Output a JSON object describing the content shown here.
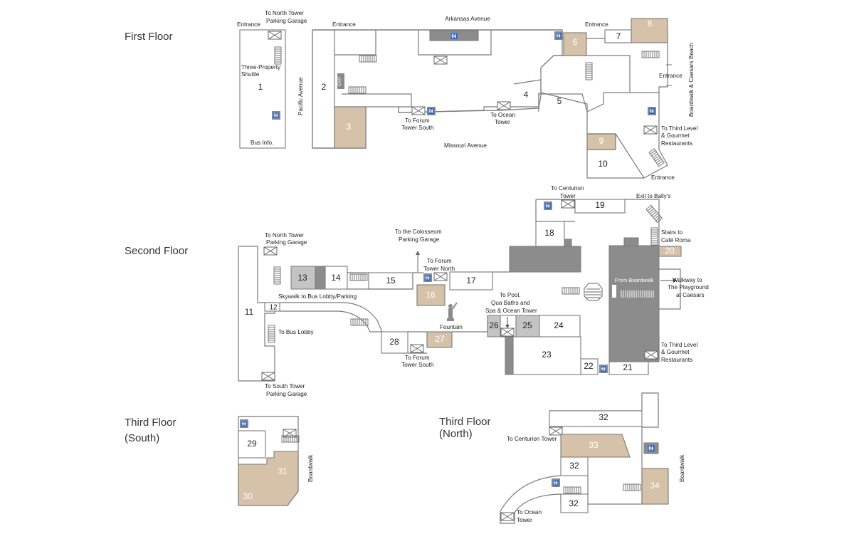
{
  "floors": {
    "first": "First Floor",
    "second": "Second Floor",
    "third_south_1": "Third Floor",
    "third_south_2": "(South)",
    "third_north_1": "Third Floor",
    "third_north_2": "(North)"
  },
  "streets": {
    "arkansas": "Arkansas Avenue",
    "missouri": "Missouri Avenue",
    "pacific": "Pacific Avenue",
    "boardwalk_beach": "Boardwalk & Caesars Beach",
    "boardwalk_s": "Boardwalk",
    "boardwalk_n": "Boardwalk"
  },
  "labels": {
    "entrance_1": "Entrance",
    "entrance_2": "Entrance",
    "entrance_3": "Entrance",
    "entrance_4": "Entrance",
    "entrance_5": "Entrance",
    "to_north_garage_1a": "To North Tower",
    "to_north_garage_1b": "Parking Garage",
    "shuttle_a": "Three-Property",
    "shuttle_b": "Shuttle",
    "bus_info": "Bus Info.",
    "exit_sign": "EXIT",
    "to_forum_south_1a": "To Forum",
    "to_forum_south_1b": "Tower South",
    "to_ocean_1a": "To Ocean",
    "to_ocean_1b": "Tower",
    "to_third_1a": "To Third Level",
    "to_third_1b": "& Gourmet",
    "to_third_1c": "Restaurants",
    "to_centurion_a": "To Centurion",
    "to_centurion_b": "Tower",
    "exit_ballys": "Exit to Bally's",
    "to_north_garage_2a": "To North Tower",
    "to_north_garage_2b": "Parking Garage",
    "colosseum_a": "To the Colosseum",
    "colosseum_b": "Parking Garage",
    "to_forum_north_a": "To Forum",
    "to_forum_north_b": "Tower North",
    "stairs_cafe_a": "Stairs to",
    "stairs_cafe_b": "Café Roma",
    "from_boardwalk": "From Boardwalk",
    "walkway_a": "Walkway to",
    "walkway_b": "The Playground",
    "walkway_c": "at Caesars",
    "skywalk": "Skywalk to Bus Lobby/Parking",
    "pool_a": "To Pool,",
    "pool_b": "Qua Baths and",
    "pool_c": "Spa & Ocean Tower",
    "fountain": "Fountain",
    "to_bus_lobby": "To Bus Lobby",
    "to_forum_south_2a": "To Forum",
    "to_forum_south_2b": "Tower South",
    "to_third_2a": "To Third Level",
    "to_third_2b": "& Gourmet",
    "to_third_2c": "Restaurants",
    "to_south_garage_a": "To South Tower",
    "to_south_garage_b": "Parking Garage",
    "to_centurion_3": "To Centurion Tower",
    "to_ocean_3a": "To Ocean",
    "to_ocean_3b": "Tower"
  },
  "rooms": {
    "r1": "1",
    "r2": "2",
    "r3": "3",
    "r4": "4",
    "r5": "5",
    "r6": "6",
    "r7": "7",
    "r8": "8",
    "r9": "9",
    "r10": "10",
    "r11": "11",
    "r12": "12",
    "r13": "13",
    "r14": "14",
    "r15": "15",
    "r16": "16",
    "r17": "17",
    "r18": "18",
    "r19": "19",
    "r20": "20",
    "r21": "21",
    "r22": "22",
    "r23": "23",
    "r24": "24",
    "r25": "25",
    "r26": "26",
    "r27": "27",
    "r28": "28",
    "r29": "29",
    "r30": "30",
    "r31": "31",
    "r32a": "32",
    "r32b": "32",
    "r32c": "32",
    "r33": "33",
    "r34": "34"
  },
  "colors": {
    "tan": "#d6c1a9",
    "gray": "#8c8c8c",
    "light_gray": "#c4c4c4",
    "wall": "#7a7a7a"
  }
}
